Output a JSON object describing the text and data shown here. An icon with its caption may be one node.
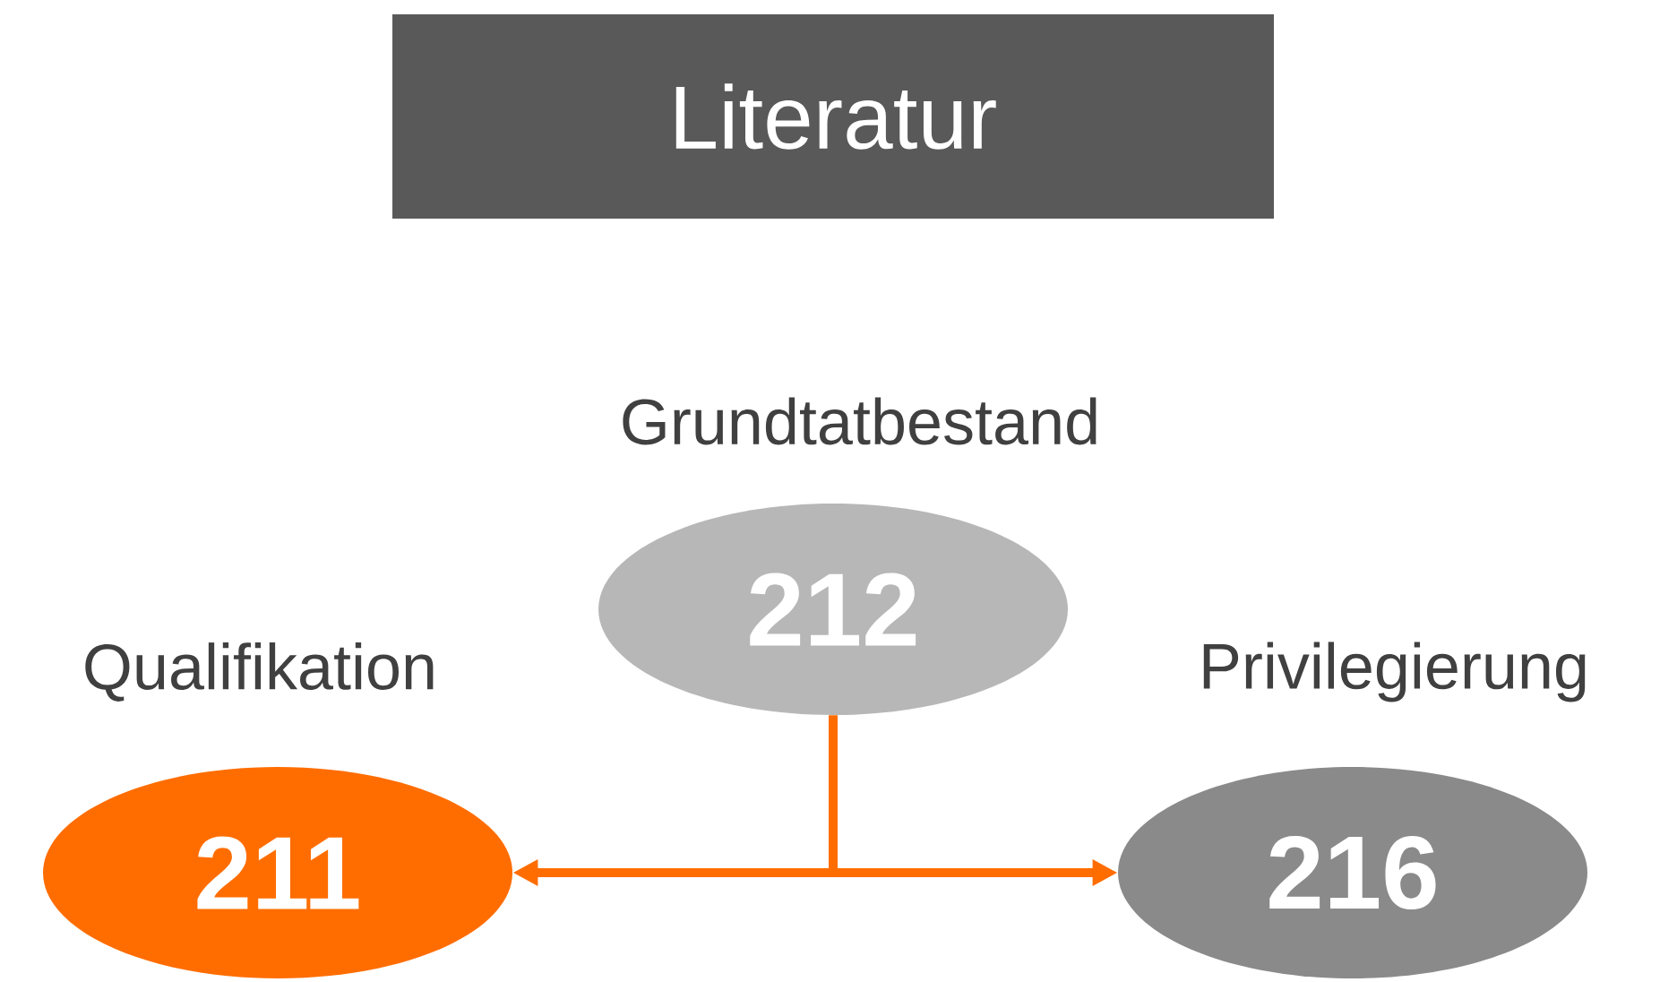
{
  "diagram": {
    "title": "Literatur",
    "nodes": [
      {
        "text": [
          "Grundtatbestand",
          "212"
        ]
      },
      {
        "text": [
          "Qualifikation",
          "211"
        ]
      },
      {
        "text": [
          "Privilegierung",
          "216"
        ]
      }
    ],
    "edges": [
      {
        "from": 0,
        "to": 1,
        "arrow": "to"
      },
      {
        "from": 0,
        "to": 2,
        "arrow": "to"
      }
    ]
  }
}
